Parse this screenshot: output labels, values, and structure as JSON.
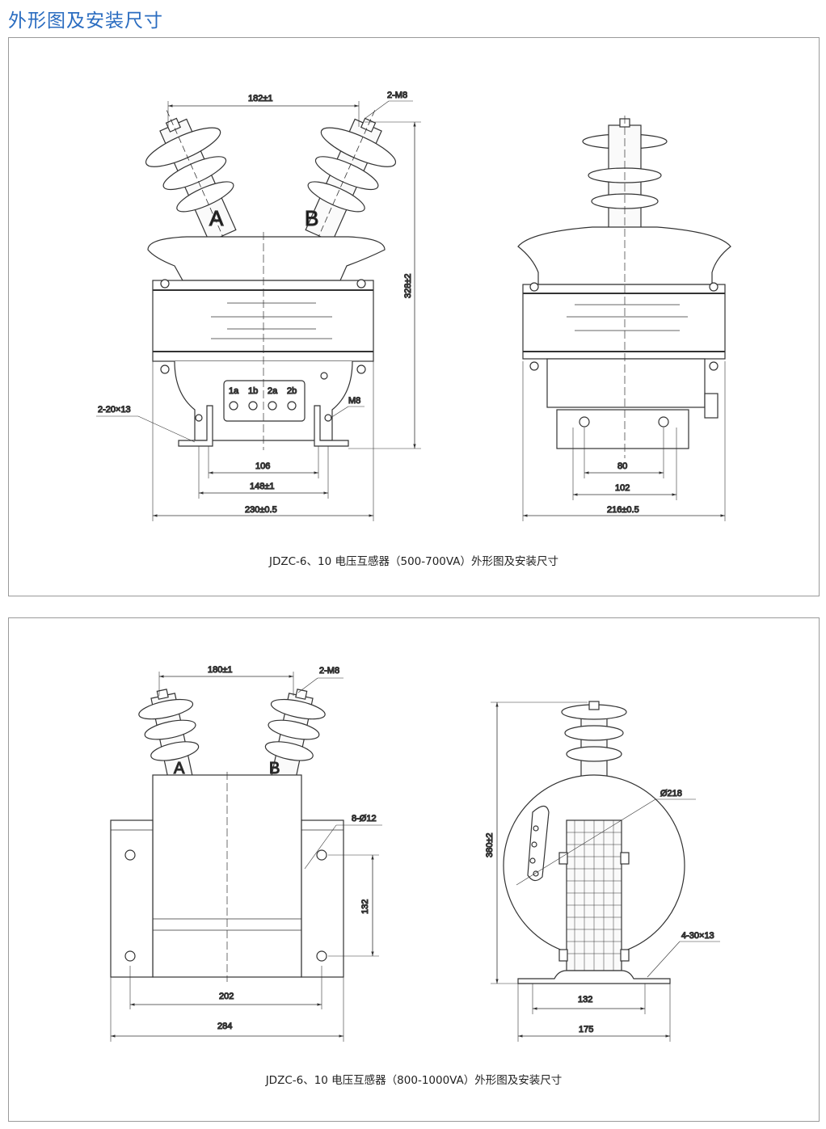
{
  "page": {
    "title": "外形图及安装尺寸"
  },
  "figure1": {
    "caption": "JDZC-6、10 电压互感器（500-700VA）外形图及安装尺寸",
    "phase_labels": [
      "A",
      "B"
    ],
    "terminal_labels": [
      "1a",
      "1b",
      "2a",
      "2b"
    ],
    "dimensions": {
      "top_spacing": "182±1",
      "terminal_bolts": "2-M8",
      "height": "328±2",
      "mount_slots": "2-20×13",
      "ground_bolt": "M8",
      "inner_width": "106",
      "hole_spacing": "148±1",
      "overall_width": "230±0.5",
      "side_inner": "80",
      "side_hole_spacing": "102",
      "side_overall": "216±0.5"
    }
  },
  "figure2": {
    "caption": "JDZC-6、10 电压互感器（800-1000VA）外形图及安装尺寸",
    "phase_labels": [
      "A",
      "B"
    ],
    "dimensions": {
      "top_spacing": "180±1",
      "terminal_bolts": "2-M8",
      "mount_holes": "8-Ø12",
      "hole_vertical": "132",
      "hole_spacing": "202",
      "overall_width": "284",
      "height": "380±2",
      "core_diameter": "Ø218",
      "mount_slots": "4-30×13",
      "side_hole_spacing": "132",
      "side_overall": "175"
    }
  }
}
